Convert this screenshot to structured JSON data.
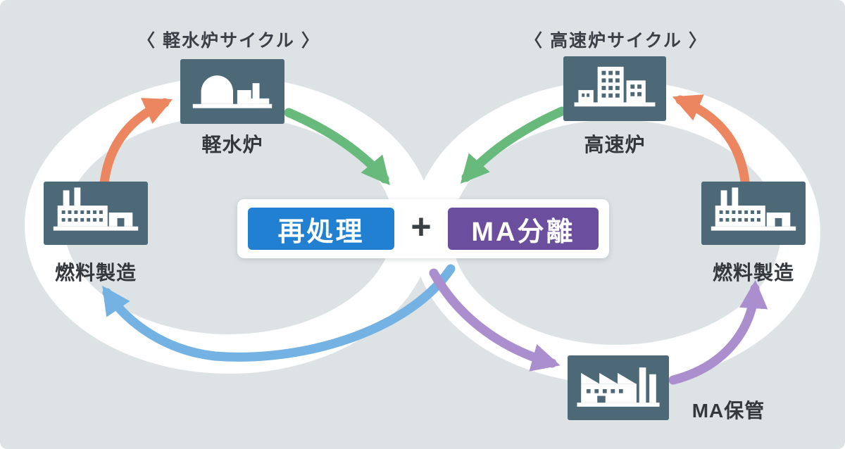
{
  "diagram": {
    "left_cycle_title": "〈 軽水炉サイクル 〉",
    "right_cycle_title": "〈 高速炉サイクル 〉",
    "nodes": {
      "lwr": {
        "label": "軽水炉",
        "icon": "reactor-dome-building-icon"
      },
      "fast_reactor": {
        "label": "高速炉",
        "icon": "highrise-plant-building-icon"
      },
      "fuel_fab_left": {
        "label": "燃料製造",
        "icon": "factory-chimneys-icon"
      },
      "fuel_fab_right": {
        "label": "燃料製造",
        "icon": "factory-chimneys-icon"
      },
      "ma_storage": {
        "label": "MA保管",
        "icon": "factory-sawtooth-roof-icon"
      }
    },
    "center": {
      "reprocessing_label": "再処理",
      "plus_sign": "+",
      "ma_separation_label": "MA分離"
    },
    "colors": {
      "background": "#dde3e5",
      "loop_band": "#ffffff",
      "icon_bg": "#4d6877",
      "label_text": "#34383c",
      "arrow_orange": "#ec8661",
      "arrow_green": "#68ba7c",
      "arrow_blue": "#73b2e2",
      "arrow_purple": "#ab8ecd",
      "reprocessing_bg": "#2180d2",
      "ma_separation_bg": "#6b4e9e",
      "plus_color": "#3a3f44"
    }
  }
}
